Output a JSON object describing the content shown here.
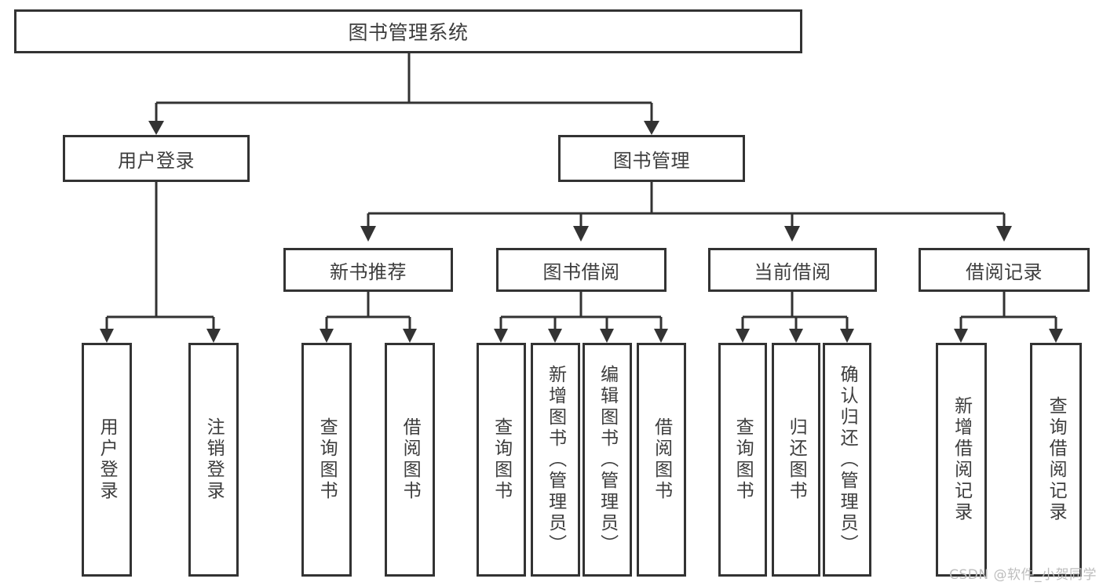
{
  "diagram": {
    "type": "tree",
    "title": "图书管理系统",
    "colors": {
      "stroke": "#333333",
      "box_fill": "#ffffff",
      "text": "#3d3d3d",
      "watermark": "#bdbdbd",
      "background": "#ffffff"
    },
    "nodes": {
      "root": {
        "label": "图书管理系统"
      },
      "level1": [
        {
          "label": "用户登录"
        },
        {
          "label": "图书管理"
        }
      ],
      "level2": [
        {
          "label": "新书推荐"
        },
        {
          "label": "图书借阅"
        },
        {
          "label": "当前借阅"
        },
        {
          "label": "借阅记录"
        }
      ],
      "leaves": {
        "user_login": [
          {
            "label": "用户登录"
          },
          {
            "label": "注销登录"
          }
        ],
        "new_book": [
          {
            "label": "查询图书"
          },
          {
            "label": "借阅图书"
          }
        ],
        "book_borrow": [
          {
            "label": "查询图书"
          },
          {
            "label": "新增图书（管理员）"
          },
          {
            "label": "编辑图书（管理员）"
          },
          {
            "label": "借阅图书"
          }
        ],
        "current_borrow": [
          {
            "label": "查询图书"
          },
          {
            "label": "归还图书"
          },
          {
            "label": "确认归还（管理员）"
          }
        ],
        "borrow_record": [
          {
            "label": "新增借阅记录"
          },
          {
            "label": "查询借阅记录"
          }
        ]
      }
    },
    "watermark": "CSDN @软件_小贺同学"
  }
}
